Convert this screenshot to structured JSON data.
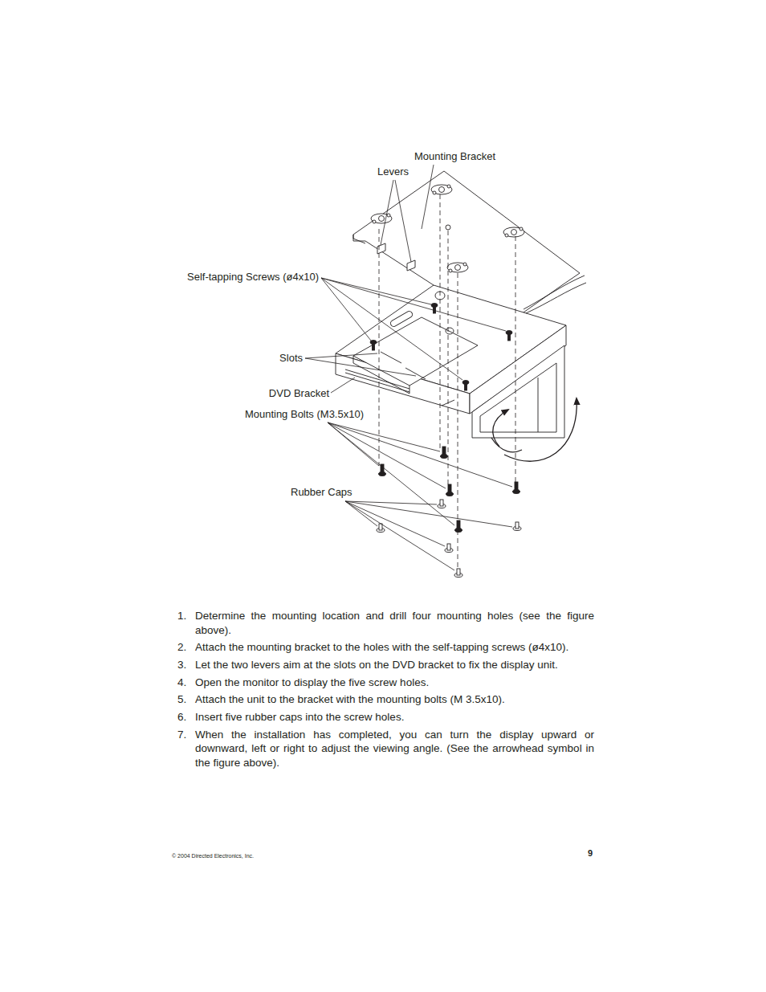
{
  "diagram": {
    "labels": [
      "Mounting Bracket",
      "Levers",
      "Self-tapping Screws (ø4x10)",
      "Slots",
      "DVD Bracket",
      "Mounting Bolts (M3.5x10)",
      "Rubber Caps",
      "1.",
      "2.",
      "3.",
      "4.",
      "5.",
      "6.",
      "7.",
      "Determine the mounting location and drill four mounting holes (see the figure above).",
      "Attach the mounting bracket to the holes with the self-tapping screws (ø4x10).",
      "Let the two levers aim at the slots on the DVD bracket to fix the display unit.",
      "Open the monitor to display the five screw holes.",
      "Attach the unit to the bracket with the mounting bolts (M 3.5x10).",
      "Insert five rubber caps into the screw holes.",
      "When the installation has completed, you can turn the display upward or downward, left or right to adjust the viewing angle. (See the arrowhead symbol in the figure above).",
      "© 2004  Directed Electronics, Inc.",
      "9"
    ]
  }
}
